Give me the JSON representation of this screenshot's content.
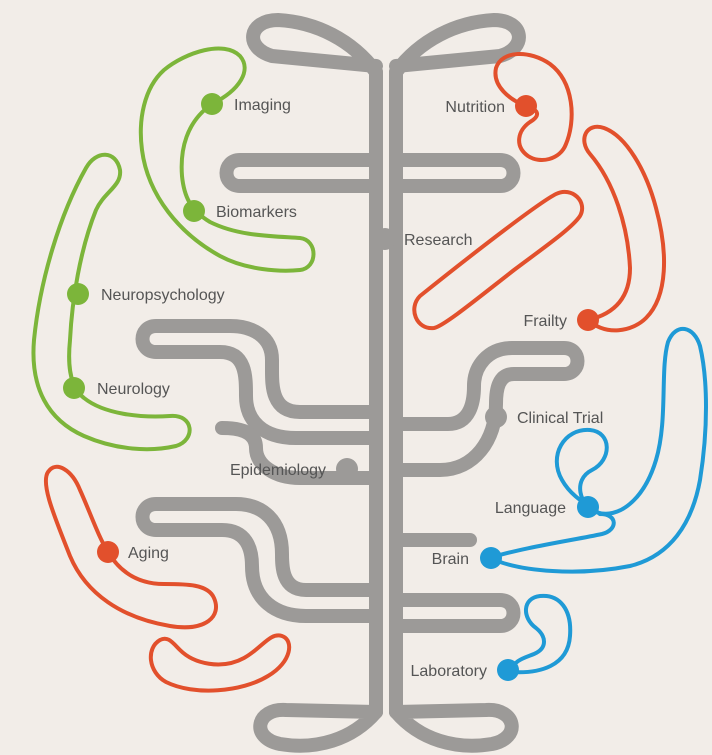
{
  "colors": {
    "background": "#f2ede8",
    "gray": "#9c9a98",
    "green": "#7cb53a",
    "orange": "#e2502c",
    "blue": "#1f9ad6",
    "text": "#555555"
  },
  "nodes": [
    {
      "label": "Imaging",
      "group": "green"
    },
    {
      "label": "Biomarkers",
      "group": "green"
    },
    {
      "label": "Neuropsychology",
      "group": "green"
    },
    {
      "label": "Neurology",
      "group": "green"
    },
    {
      "label": "Aging",
      "group": "orange"
    },
    {
      "label": "Nutrition",
      "group": "orange"
    },
    {
      "label": "Frailty",
      "group": "orange"
    },
    {
      "label": "Research",
      "group": "gray"
    },
    {
      "label": "Clinical Trial",
      "group": "gray"
    },
    {
      "label": "Epidemiology",
      "group": "gray"
    },
    {
      "label": "Language",
      "group": "blue"
    },
    {
      "label": "Brain",
      "group": "blue"
    },
    {
      "label": "Laboratory",
      "group": "blue"
    }
  ]
}
